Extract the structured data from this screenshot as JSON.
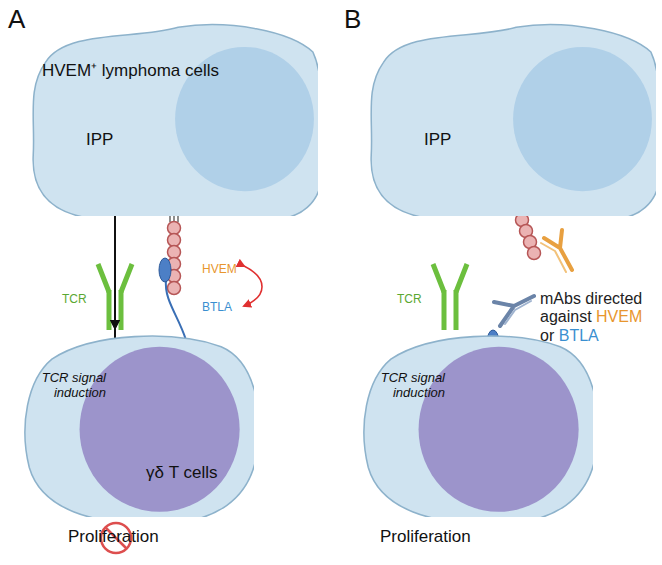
{
  "diagram": {
    "nodes": [
      {
        "text": [
          "HVEM⁺ lymphoma cells",
          "IPP"
        ]
      },
      {
        "text": [
          "TCR signal induction",
          "γδ T cells"
        ]
      },
      {
        "text": [
          "IPP"
        ]
      },
      {
        "text": [
          "TCR signal induction"
        ]
      }
    ],
    "edges": [
      {
        "from": 0,
        "to": 1,
        "arrow": "to"
      },
      {
        "from": 2,
        "to": 3,
        "arrow": "to"
      }
    ],
    "labels": [
      "A",
      "B",
      "HVEM",
      "BTLA",
      "TCR",
      "TCR",
      "mAbs directed",
      "against",
      "HVEM",
      "or",
      "BTLA",
      "Proliferation",
      "Proliferation"
    ]
  }
}
